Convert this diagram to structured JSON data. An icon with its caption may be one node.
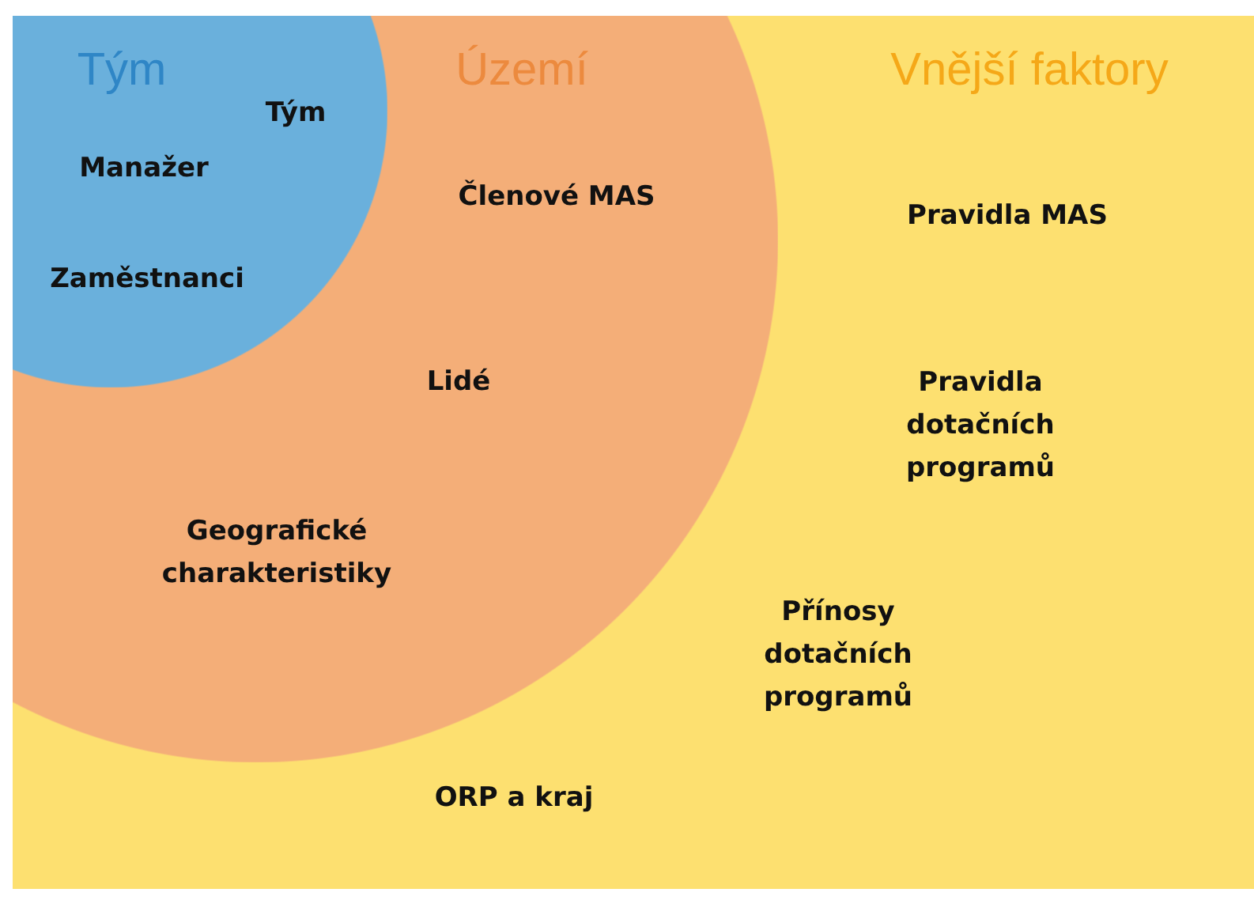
{
  "diagram": {
    "nodes": [
      {
        "text": [
          "Vnější faktory",
          "Pravidla MAS",
          "Pravidla dotačních programů",
          "Přínosy dotačních programů",
          "ORP a kraj"
        ]
      },
      {
        "text": [
          "Území",
          "Členové MAS",
          "Lidé",
          "Geografické charakteristiky"
        ],
        "in": 0
      },
      {
        "text": [
          "Tým",
          "Tým",
          "Manažer",
          "Zaměstnanci"
        ],
        "in": 1
      }
    ]
  }
}
